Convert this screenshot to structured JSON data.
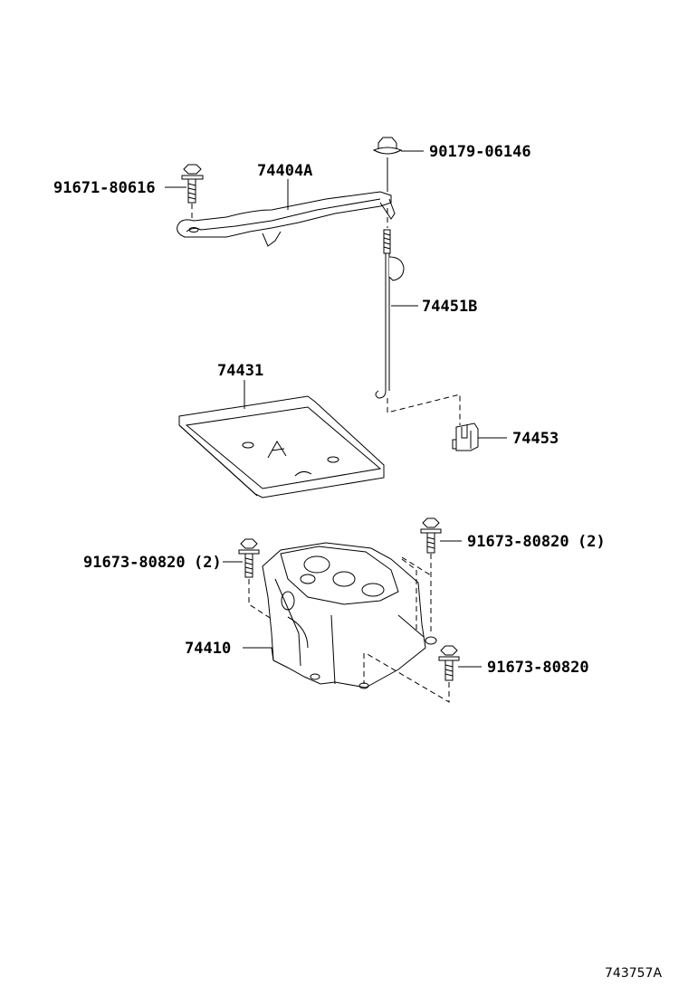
{
  "diagram_id": "743757A",
  "parts": {
    "bolt_top_left": {
      "number": "91671-80616"
    },
    "clamp": {
      "number": "74404A"
    },
    "nut_top_right": {
      "number": "90179-06146"
    },
    "rod": {
      "number": "74451B"
    },
    "tray_insulator": {
      "number": "74431"
    },
    "hook": {
      "number": "74453"
    },
    "bolt_left": {
      "number": "91673-80820",
      "qty": "(2)"
    },
    "bolt_right": {
      "number": "91673-80820",
      "qty": "(2)"
    },
    "battery_tray": {
      "number": "74410"
    },
    "bolt_lower_right": {
      "number": "91673-80820"
    }
  },
  "colors": {
    "ink": "#000000",
    "paper": "#ffffff"
  }
}
